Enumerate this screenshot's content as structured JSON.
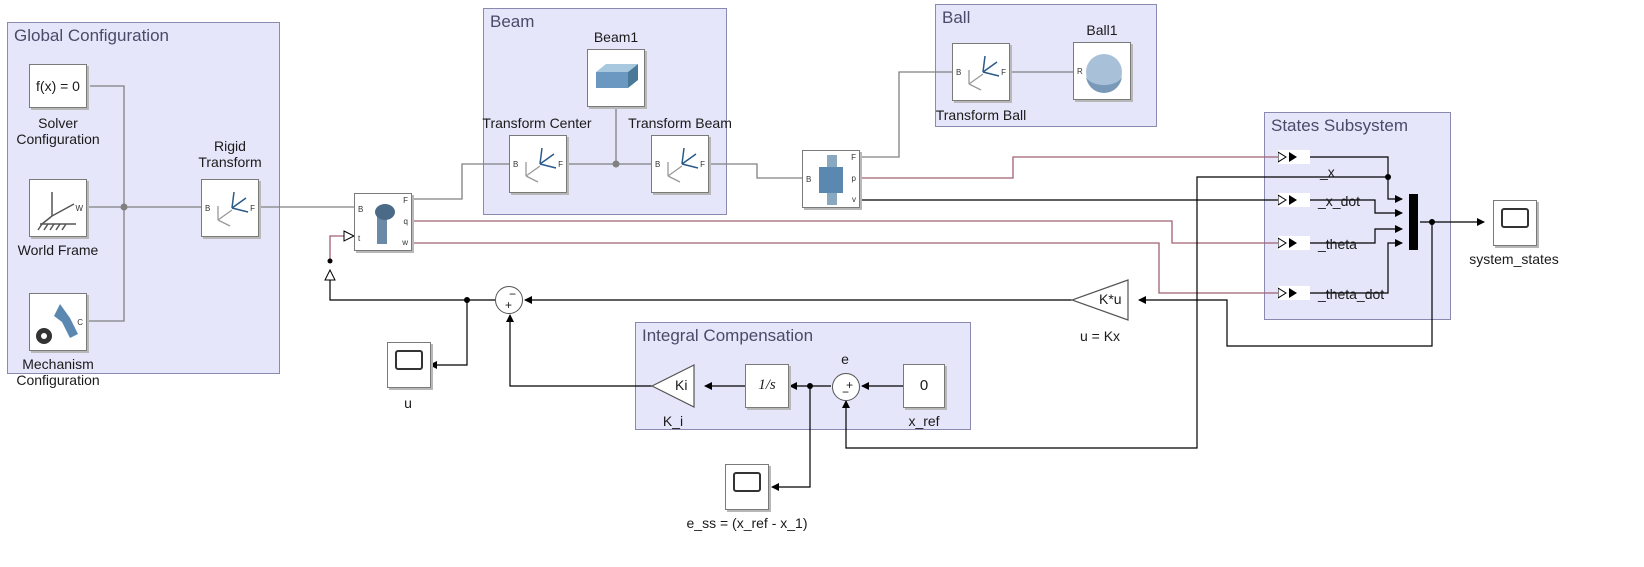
{
  "areas": {
    "global": "Global Configuration",
    "beam": "Beam",
    "ball": "Ball",
    "states": "States Subsystem",
    "integral": "Integral Compensation"
  },
  "blocks": {
    "solver": {
      "text": "f(x) = 0",
      "label": "Solver\nConfiguration"
    },
    "world": {
      "label": "World Frame"
    },
    "mechanism": {
      "label": "Mechanism\nConfiguration"
    },
    "rigid": {
      "label": "Rigid\nTransform"
    },
    "beam1": {
      "label": "Beam1"
    },
    "transform_center": {
      "label": "Transform Center"
    },
    "transform_beam": {
      "label": "Transform Beam"
    },
    "ball1": {
      "label": "Ball1"
    },
    "transform_ball": {
      "label": "Transform Ball"
    },
    "gain_k": {
      "text": "K*u",
      "label": "u = Kx"
    },
    "gain_ki": {
      "text": "Ki",
      "label": "K_i"
    },
    "integrator": {
      "text": "1/s"
    },
    "const": {
      "text": "0",
      "label": "x_ref"
    },
    "scope_u": {
      "label": "u"
    },
    "scope_states": {
      "label": "system_states"
    },
    "scope_ess": {
      "label": "e_ss = (x_ref - x_1)"
    },
    "sum_e": {
      "label": "e"
    }
  },
  "states": [
    "_x",
    "_x_dot",
    "_theta",
    "_theta_dot"
  ],
  "ports": {
    "B": "B",
    "F": "F",
    "W": "W",
    "C": "C",
    "R": "R",
    "p": "p",
    "v": "v",
    "q": "q",
    "w": "w",
    "t": "t"
  },
  "signs": {
    "minus": "−",
    "plus": "+"
  },
  "colors": {
    "area": "#e6e6fa",
    "physical": "#a06070",
    "signal": "#000000",
    "conn": "#808080"
  }
}
